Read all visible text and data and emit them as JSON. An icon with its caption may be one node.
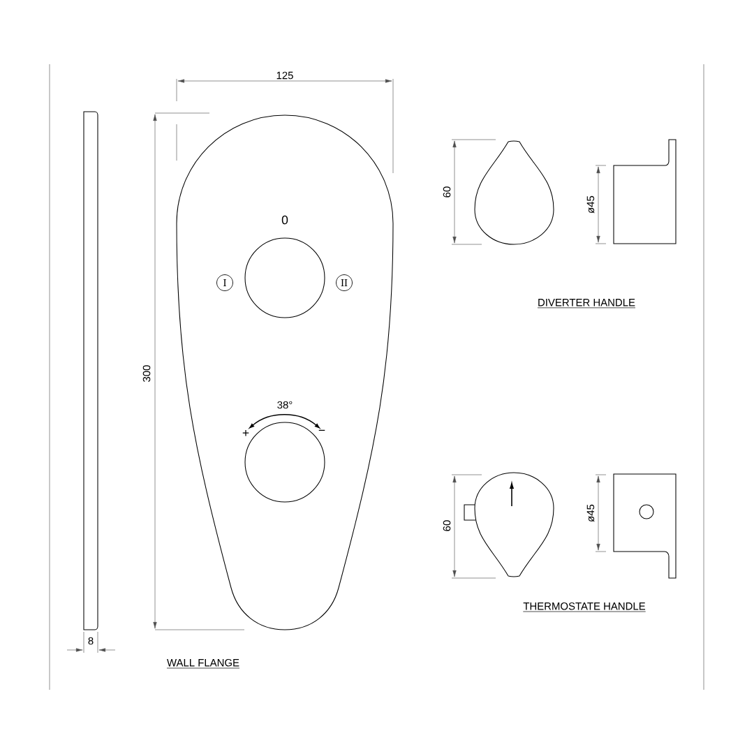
{
  "diagram": {
    "nodes": [
      {
        "text": [
          "I"
        ]
      },
      {
        "text": [
          "II"
        ]
      }
    ],
    "labels": [
      "125",
      "0",
      "300",
      "38°",
      "+",
      "−",
      "60",
      "ø45",
      "DIVERTER HANDLE",
      "60",
      "ø45",
      "THERMOSTATE HANDLE",
      "8",
      "WALL FLANGE"
    ]
  }
}
